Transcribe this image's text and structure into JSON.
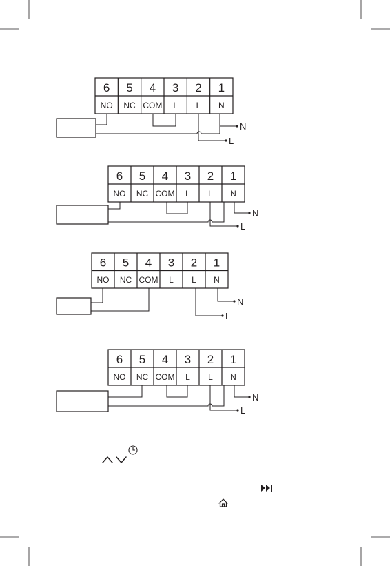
{
  "terminal_numbers": [
    "6",
    "5",
    "4",
    "3",
    "2",
    "1"
  ],
  "terminal_labels": [
    "NO",
    "NC",
    "COM",
    "L",
    "L",
    "N"
  ],
  "external_labels": {
    "neutral": "N",
    "live": "L"
  },
  "icons": [
    "chevron-up-icon",
    "chevron-down-icon",
    "clock-icon",
    "skip-forward-icon",
    "home-icon"
  ],
  "colors": {
    "ink": "#231f20",
    "background": "#ffffff"
  }
}
